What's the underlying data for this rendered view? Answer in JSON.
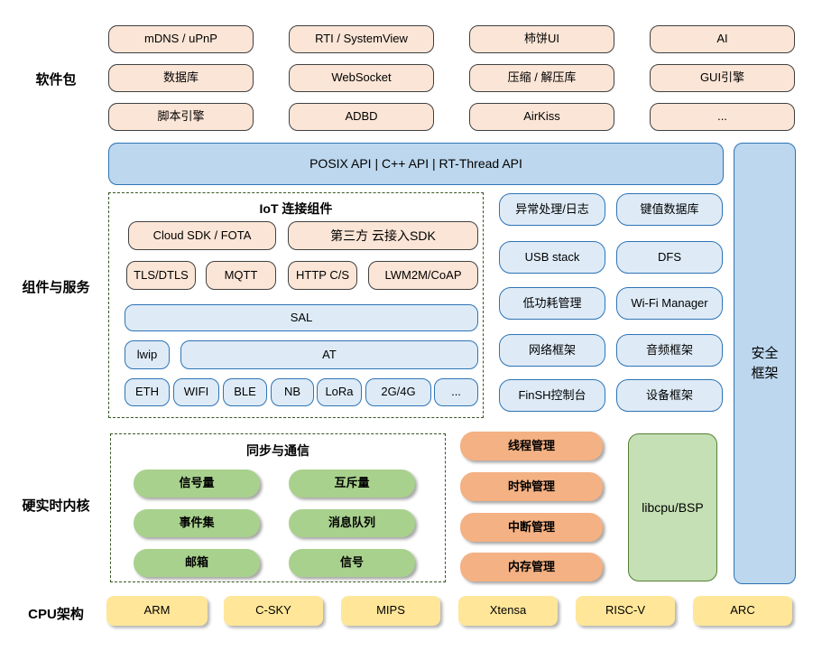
{
  "section_labels": {
    "packages": "软件包",
    "components": "组件与服务",
    "kernel": "硬实时内核",
    "cpu": "CPU架构"
  },
  "packages": [
    "mDNS / uPnP",
    "RTI / SystemView",
    "柿饼UI",
    "AI",
    "数据库",
    "WebSocket",
    "压缩 / 解压库",
    "GUI引擎",
    "脚本引擎",
    "ADBD",
    "AirKiss",
    "..."
  ],
  "api_bar": "POSIX API   |   C++ API   |   RT-Thread API",
  "security_bar": {
    "line1": "安全",
    "line2": "框架"
  },
  "iot": {
    "title": "IoT 连接组件",
    "cloud_sdk": "Cloud SDK / FOTA",
    "third_party": "第三方 云接入SDK",
    "protocols": [
      "TLS/DTLS",
      "MQTT",
      "HTTP C/S",
      "LWM2M/CoAP"
    ],
    "sal": "SAL",
    "lwip": "lwip",
    "at": "AT",
    "links": [
      "ETH",
      "WIFI",
      "BLE",
      "NB",
      "LoRa",
      "2G/4G",
      "..."
    ]
  },
  "services": [
    "异常处理/日志",
    "键值数据库",
    "USB stack",
    "DFS",
    "低功耗管理",
    "Wi-Fi Manager",
    "网络框架",
    "音频框架",
    "FinSH控制台",
    "设备框架"
  ],
  "sync": {
    "title": "同步与通信",
    "items": [
      "信号量",
      "互斥量",
      "事件集",
      "消息队列",
      "邮箱",
      "信号"
    ]
  },
  "kernel_mgmt": [
    "线程管理",
    "时钟管理",
    "中断管理",
    "内存管理"
  ],
  "libcpu": "libcpu/BSP",
  "cpu_archs": [
    "ARM",
    "C-SKY",
    "MIPS",
    "Xtensa",
    "RISC-V",
    "ARC"
  ],
  "colors": {
    "peach_fill": "#FBE5D6",
    "blue_fill": "#BDD7EE",
    "light_blue_fill": "#DEEBF7",
    "blue_border": "#2E74B5",
    "green_fill": "#A9D18E",
    "light_green_fill": "#C5E0B4",
    "green_border": "#538135",
    "orange_fill": "#F4B183",
    "yellow_fill": "#FFE699",
    "dash_border": "#375623"
  }
}
